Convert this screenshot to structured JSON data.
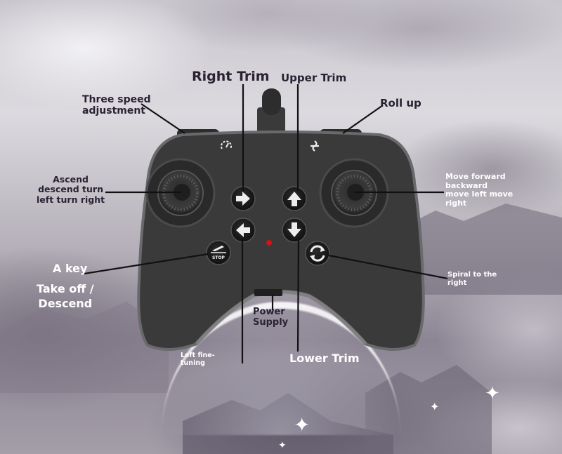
{
  "colors": {
    "controller_body": "#3a3a3b",
    "controller_rim": "#6a6a6c",
    "label_dark": "#2a2233",
    "label_light": "#ffffff",
    "led": "#d0151a",
    "leader_line": "#111111"
  },
  "controller": {
    "top_icons": [
      "speed-gauge-icon",
      "roll-flip-icon"
    ],
    "buttons": [
      {
        "name": "right-trim-button",
        "icon": "arrow-right-icon"
      },
      {
        "name": "upper-trim-button",
        "icon": "arrow-up-icon"
      },
      {
        "name": "left-trim-button",
        "icon": "arrow-left-icon"
      },
      {
        "name": "lower-trim-button",
        "icon": "arrow-down-icon"
      },
      {
        "name": "takeoff-stop-button",
        "icon": "plane-stop-icon",
        "text": "STOP"
      },
      {
        "name": "spiral-button",
        "icon": "rotate-icon"
      }
    ]
  },
  "labels": {
    "right_trim": "Right Trim",
    "upper_trim": "Upper Trim",
    "three_speed": "Three speed\nadjustment",
    "roll_up": "Roll up",
    "left_stick": "Ascend\ndescend turn\nleft turn right",
    "right_stick": "Move forward\nbackward\nmove left move\nright",
    "a_key": "A key",
    "takeoff": "Take off /\nDescend",
    "spiral": "Spiral to the\nright",
    "power": "Power\nSupply",
    "left_fine": "Left fine-\ntuning",
    "lower_trim": "Lower Trim",
    "stop_text": "STOP"
  }
}
